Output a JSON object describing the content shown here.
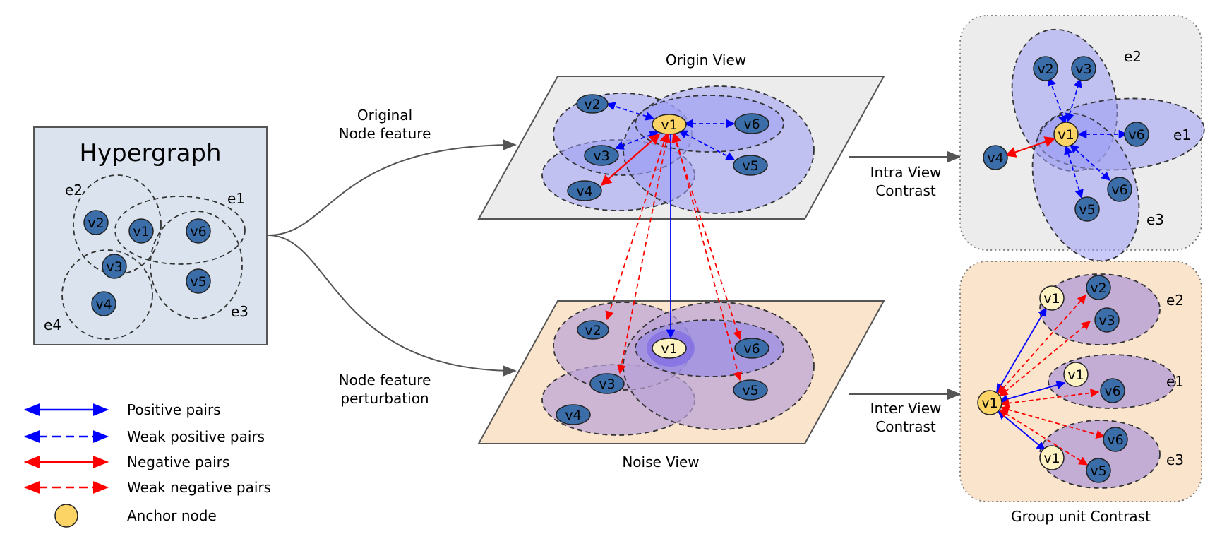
{
  "hypergraph": {
    "title": "Hypergraph",
    "nodes": [
      "v1",
      "v2",
      "v3",
      "v4",
      "v5",
      "v6"
    ],
    "hyperedges": [
      "e1",
      "e2",
      "e3",
      "e4"
    ]
  },
  "arrows": {
    "top_label_line1": "Original",
    "top_label_line2": "Node feature",
    "bottom_label_line1": "Node feature",
    "bottom_label_line2": "perturbation"
  },
  "origin_view": {
    "title": "Origin View",
    "nodes": [
      "v1",
      "v2",
      "v3",
      "v4",
      "v5",
      "v6"
    ]
  },
  "noise_view": {
    "title": "Noise View",
    "nodes": [
      "v1",
      "v2",
      "v3",
      "v4",
      "v5",
      "v6"
    ]
  },
  "intra": {
    "label_line1": "Intra View",
    "label_line2": "Contrast",
    "nodes": [
      "v1",
      "v2",
      "v3",
      "v4",
      "v5",
      "v6"
    ],
    "edges": [
      "e1",
      "e2",
      "e3"
    ]
  },
  "inter": {
    "label_line1": "Inter View",
    "label_line2": "Contrast",
    "anchor": "v1",
    "groups": [
      {
        "edge": "e2",
        "members": [
          "v1",
          "v2",
          "v3"
        ]
      },
      {
        "edge": "e1",
        "members": [
          "v1",
          "v6"
        ]
      },
      {
        "edge": "e3",
        "members": [
          "v1",
          "v6",
          "v5"
        ]
      }
    ],
    "caption": "Group unit Contrast"
  },
  "legend": [
    {
      "label": "Positive pairs",
      "color": "#0000ff",
      "style": "solid"
    },
    {
      "label": "Weak positive pairs",
      "color": "#0000ff",
      "style": "dashed"
    },
    {
      "label": "Negative pairs",
      "color": "#ff0000",
      "style": "solid"
    },
    {
      "label": "Weak negative pairs",
      "color": "#ff0000",
      "style": "dashed"
    },
    {
      "label": "Anchor node",
      "color": "#fcd466",
      "style": "circle"
    }
  ],
  "colors": {
    "node_fill": "#3b6ea8",
    "anchor_fill": "#fcd466",
    "anchor_light_fill": "#fff3c4",
    "hypergraph_bg": "#dbe3ee",
    "origin_bg": "#ececec",
    "noise_bg": "#fbe4cc",
    "ellipse_blue": "#9d9ef4",
    "ellipse_purple": "#b9a3d6",
    "positive": "#0000ff",
    "negative": "#ff0000"
  }
}
